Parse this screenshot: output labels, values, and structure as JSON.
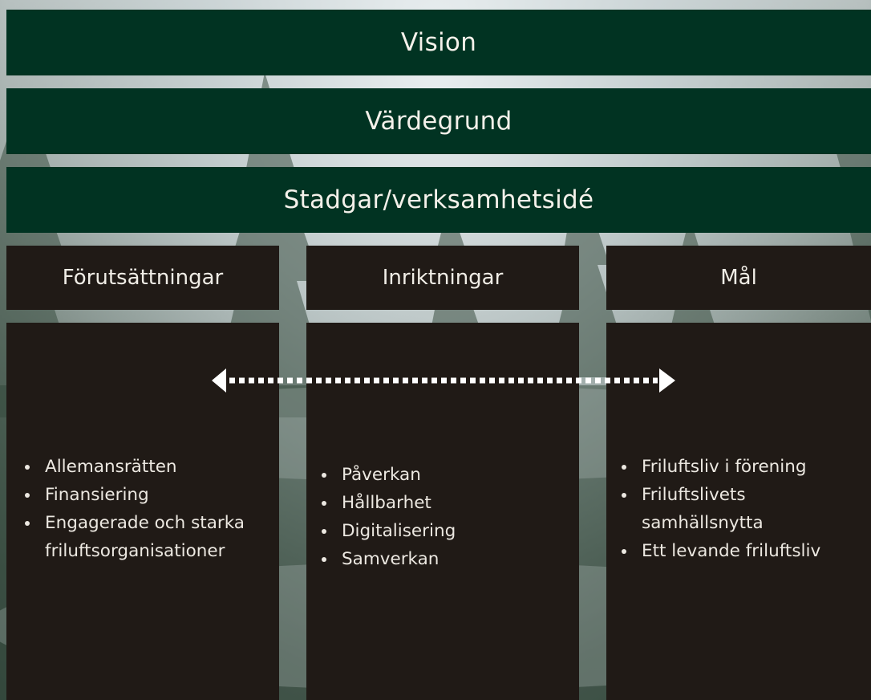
{
  "bands": {
    "vision": "Vision",
    "vardegrund": "Värdegrund",
    "stadgar": "Stadgar/verksamhetsidé"
  },
  "columns": [
    {
      "title": "Förutsättningar",
      "items": [
        "Allemansrätten",
        "Finansiering",
        "Engagerade och starka friluftsorganisationer"
      ]
    },
    {
      "title": "Inriktningar",
      "items": [
        "Påverkan",
        "Hållbarhet",
        "Digitalisering",
        "Samverkan"
      ]
    },
    {
      "title": "Mål",
      "items": [
        "Friluftsliv i förening",
        "Friluftslivets samhällsnytta",
        "Ett levande friluftsliv"
      ]
    }
  ],
  "colors": {
    "band": "#013322",
    "column": "#201a16",
    "text": "#f4f1ea",
    "arrow": "#ffffff"
  }
}
